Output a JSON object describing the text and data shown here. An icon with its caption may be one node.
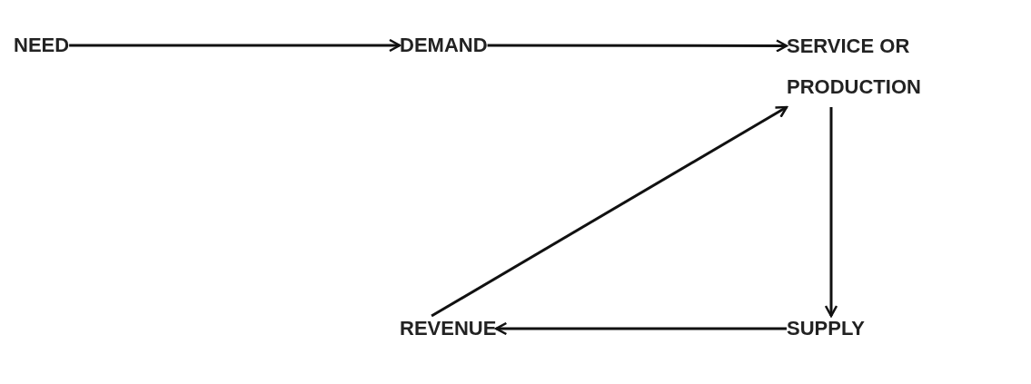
{
  "diagram": {
    "nodes": [
      {
        "text": [
          "NEED"
        ]
      },
      {
        "text": [
          "DEMAND"
        ]
      },
      {
        "text": [
          "SERVICE OR PRODUCTION"
        ]
      },
      {
        "text": [
          "SUPPLY"
        ]
      },
      {
        "text": [
          "REVENUE"
        ]
      }
    ],
    "edges": [
      {
        "from": 0,
        "to": 1,
        "arrow": "to"
      },
      {
        "from": 1,
        "to": 2,
        "arrow": "to"
      },
      {
        "from": 2,
        "to": 3,
        "arrow": "to"
      },
      {
        "from": 3,
        "to": 4,
        "arrow": "to"
      },
      {
        "from": 4,
        "to": 2,
        "arrow": "to"
      }
    ]
  }
}
